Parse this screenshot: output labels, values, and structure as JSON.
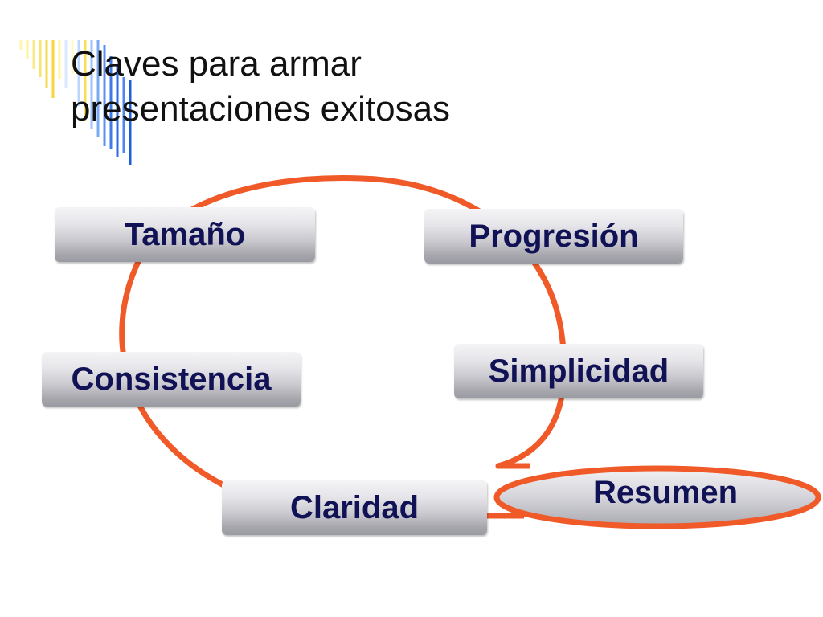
{
  "slide": {
    "title_line1": "Claves para armar",
    "title_line2": "presentaciones exitosas"
  },
  "diagram": {
    "nodes": [
      {
        "id": "tamano",
        "label": "Tamaño"
      },
      {
        "id": "progresion",
        "label": "Progresión"
      },
      {
        "id": "consistencia",
        "label": "Consistencia"
      },
      {
        "id": "simplicidad",
        "label": "Simplicidad"
      },
      {
        "id": "claridad",
        "label": "Claridad"
      },
      {
        "id": "resumen",
        "label": "Resumen",
        "highlighted": true
      }
    ],
    "loop_color": "#f05a28",
    "label_color": "#111155",
    "decor_colors": [
      "#fff9a8",
      "#f5e03a",
      "#9ec8ff",
      "#1f5fd6"
    ]
  }
}
